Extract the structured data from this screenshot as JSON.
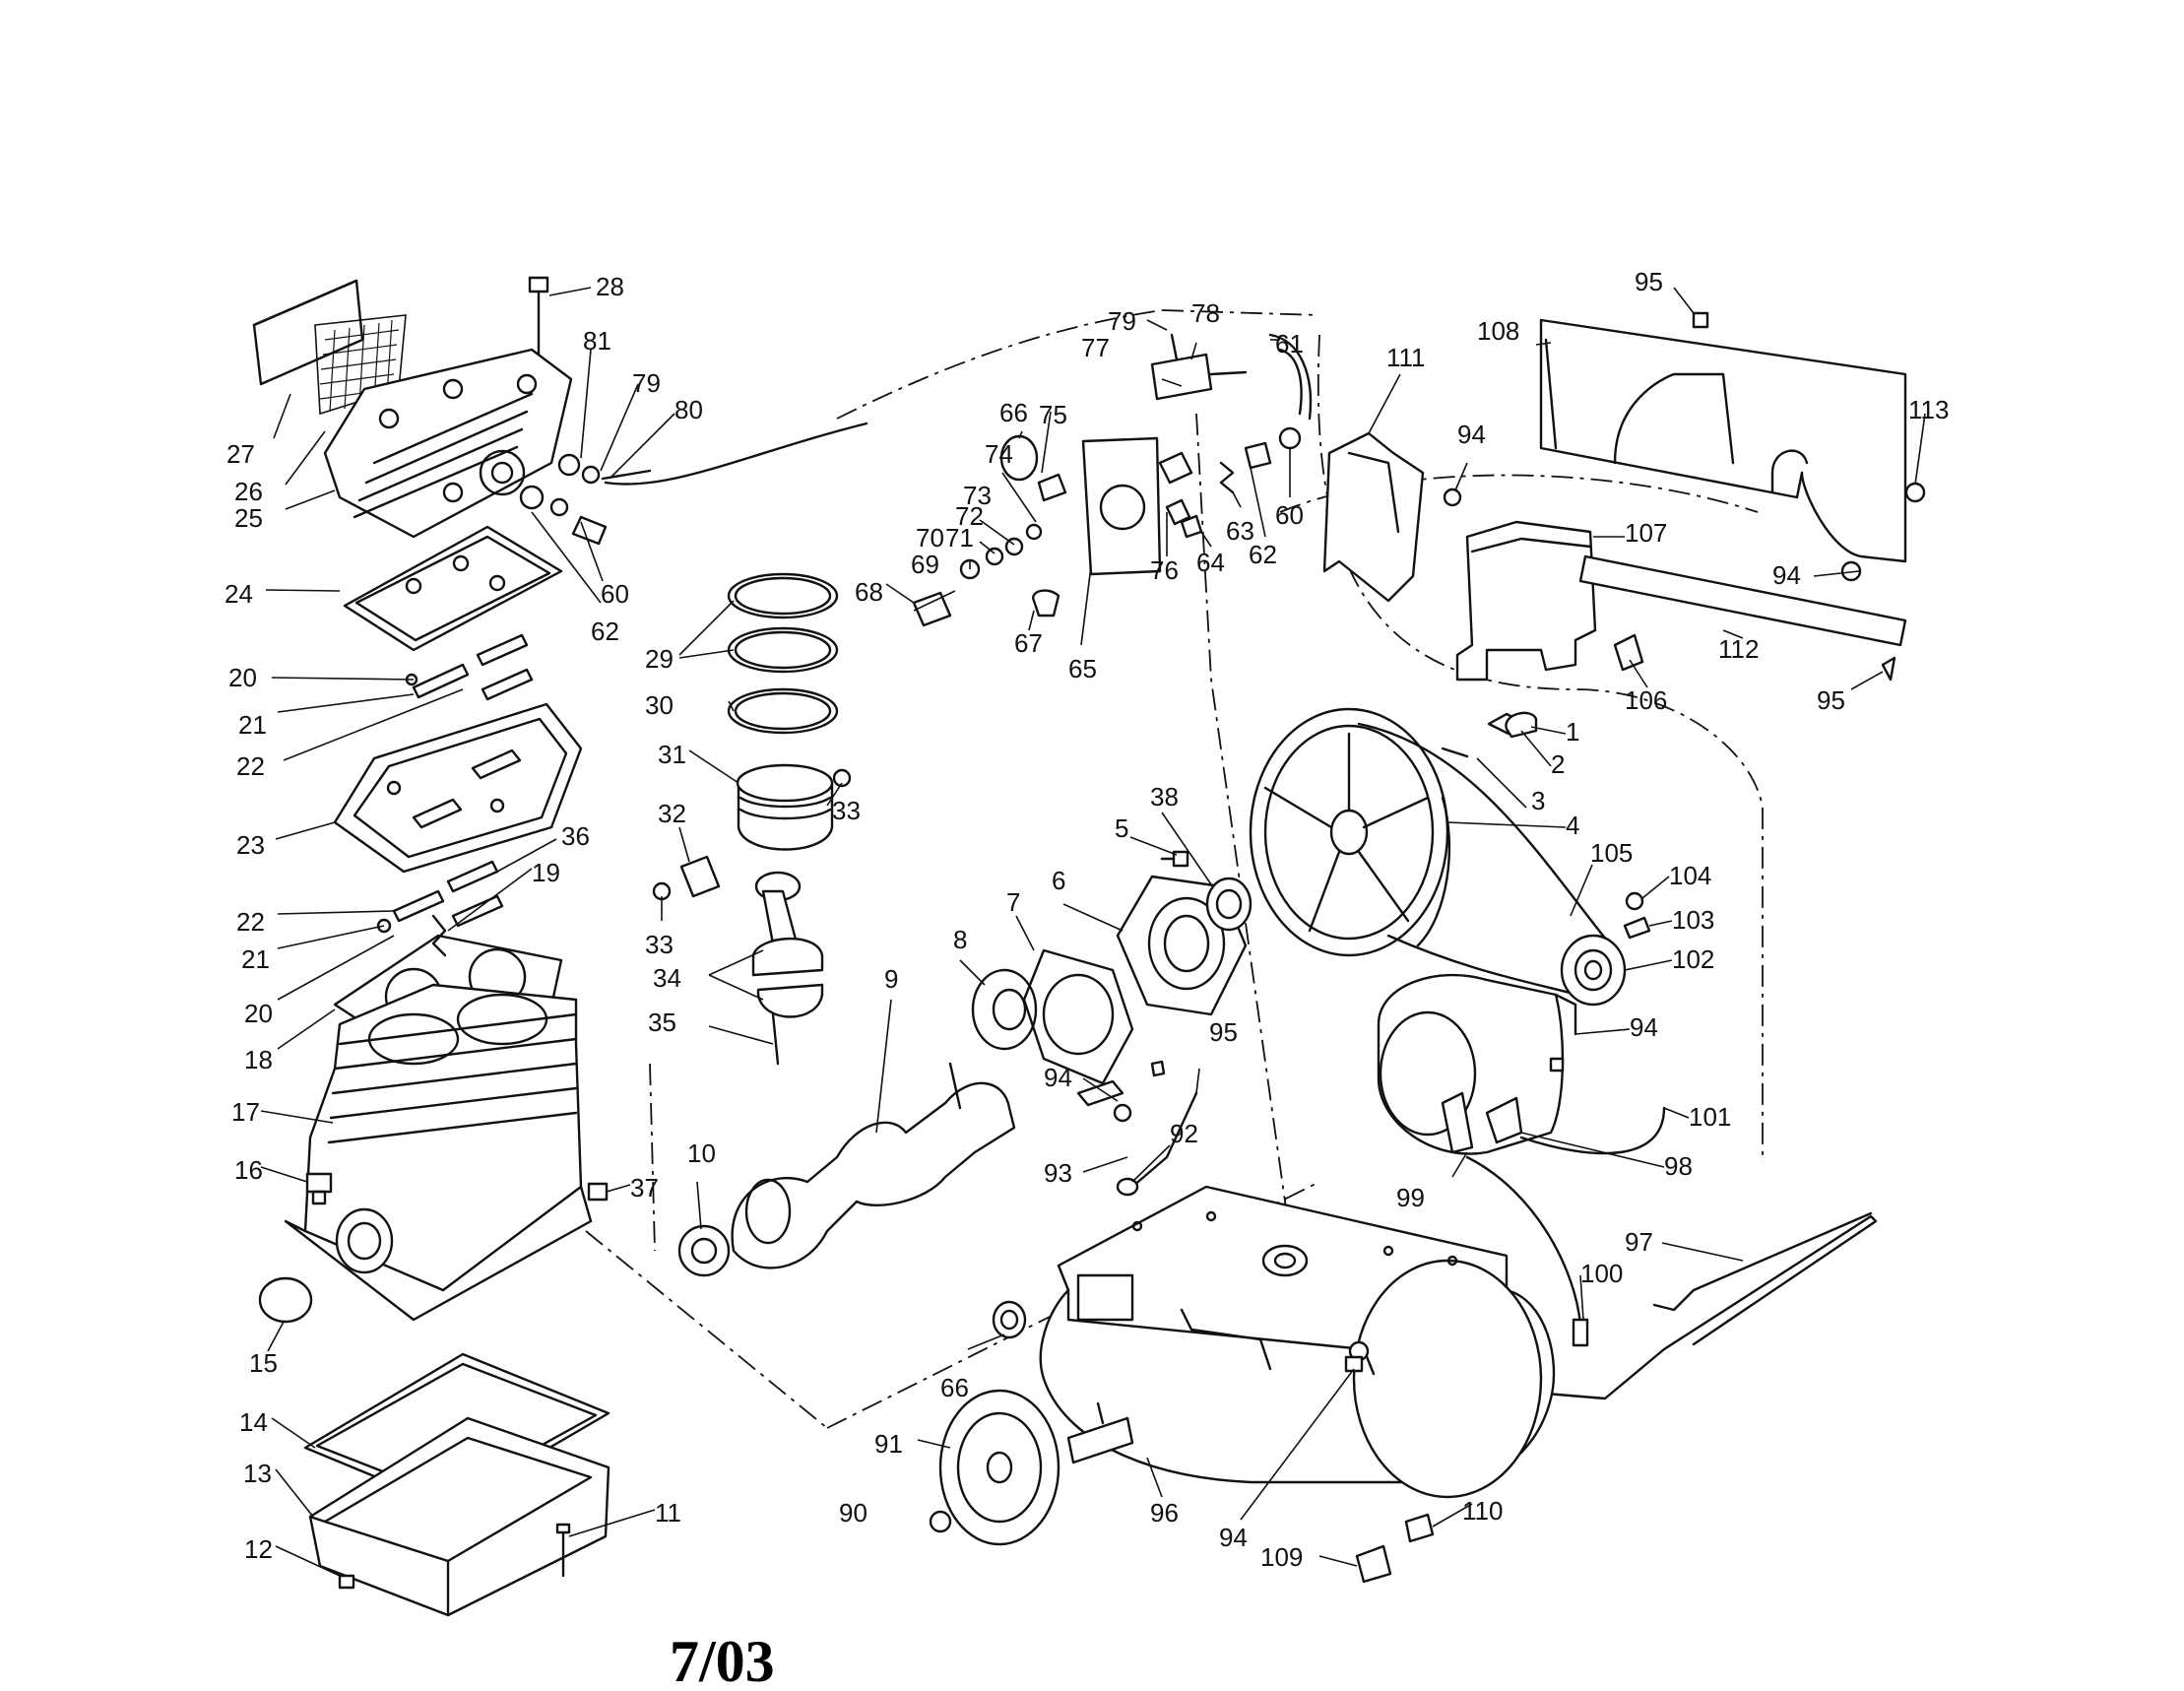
{
  "date_stamp": "7/03",
  "callouts": [
    "27",
    "26",
    "25",
    "28",
    "81",
    "79",
    "80",
    "60",
    "62",
    "24",
    "20",
    "21",
    "22",
    "23",
    "22",
    "21",
    "20",
    "18",
    "36",
    "19",
    "17",
    "16",
    "37",
    "15",
    "14",
    "13",
    "12",
    "11",
    "29",
    "30",
    "31",
    "32",
    "33",
    "33",
    "34",
    "35",
    "10",
    "9",
    "8",
    "7",
    "6",
    "5",
    "38",
    "66",
    "75",
    "74",
    "73",
    "72",
    "70",
    "71",
    "69",
    "68",
    "67",
    "65",
    "79",
    "78",
    "77",
    "61",
    "76",
    "64",
    "63",
    "62",
    "60",
    "111",
    "95",
    "108",
    "113",
    "94",
    "107",
    "94",
    "112",
    "106",
    "95",
    "1",
    "2",
    "3",
    "4",
    "105",
    "104",
    "103",
    "102",
    "94",
    "101",
    "98",
    "99",
    "95",
    "94",
    "93",
    "92",
    "97",
    "100",
    "66",
    "91",
    "90",
    "96",
    "94",
    "109",
    "110"
  ]
}
